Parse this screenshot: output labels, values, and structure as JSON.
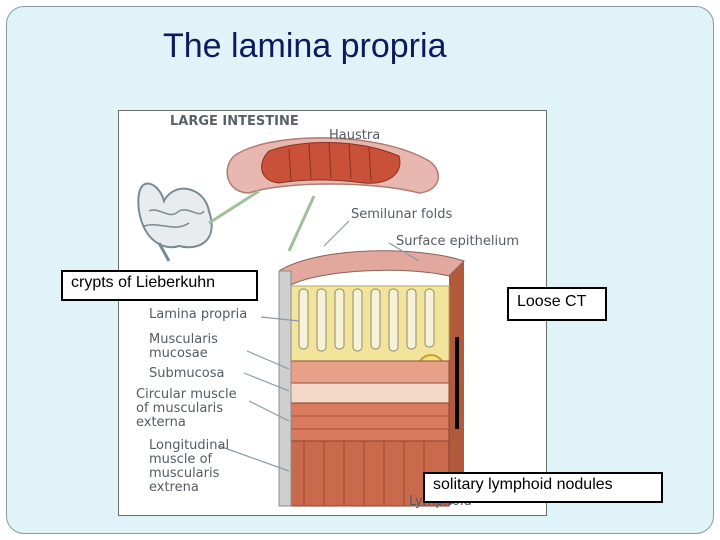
{
  "slide": {
    "title": "The lamina propria"
  },
  "figure": {
    "labels": {
      "large_intestine": "LARGE INTESTINE",
      "haustra": "Haustra",
      "semilunar_folds": "Semilunar folds",
      "surface_epithelium": "Surface epithelium",
      "lamina_propria": "Lamina propria",
      "muscularis_mucosae": "Muscularis\nmucosae",
      "submucosa": "Submucosa",
      "circular_muscle": "Circular muscle\nof muscularis\nexterna",
      "longitudinal_muscle": "Longitudinal\nmuscle of\nmuscularis\nextrena",
      "lymphoid": "Lymphoid"
    },
    "colors": {
      "intestine_tissue": "#c9513a",
      "epithelium": "#e8b8b0",
      "lamina": "#f2e49a",
      "muscle": "#d97b5c",
      "colon_outline": "#4a7a8a"
    }
  },
  "callouts": {
    "crypts": "crypts of Lieberkuhn",
    "loose_ct": "Loose CT",
    "lymphoid_nodules": "solitary lymphoid nodules"
  }
}
